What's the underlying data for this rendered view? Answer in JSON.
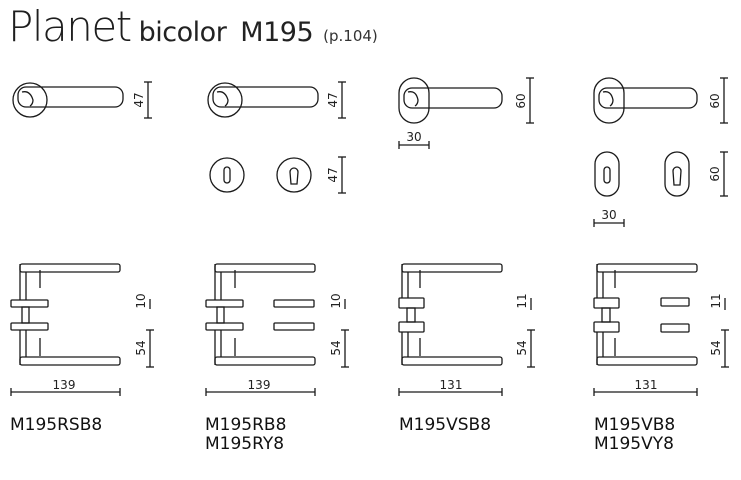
{
  "header": {
    "title": "Planet",
    "subtitle": "bicolor",
    "model": "M195",
    "page_ref": "(p.104)"
  },
  "dimensions": {
    "d47": "47",
    "d60": "60",
    "d30": "30",
    "d10": "10",
    "d11": "11",
    "d54": "54",
    "d139": "139",
    "d131": "131"
  },
  "codes": {
    "c1": "M195RSB8",
    "c2a": "M195RB8",
    "c2b": "M195RY8",
    "c3": "M195VSB8",
    "c4a": "M195VB8",
    "c4b": "M195VY8"
  },
  "colors": {
    "stroke": "#1a1a1a",
    "background": "#ffffff"
  }
}
